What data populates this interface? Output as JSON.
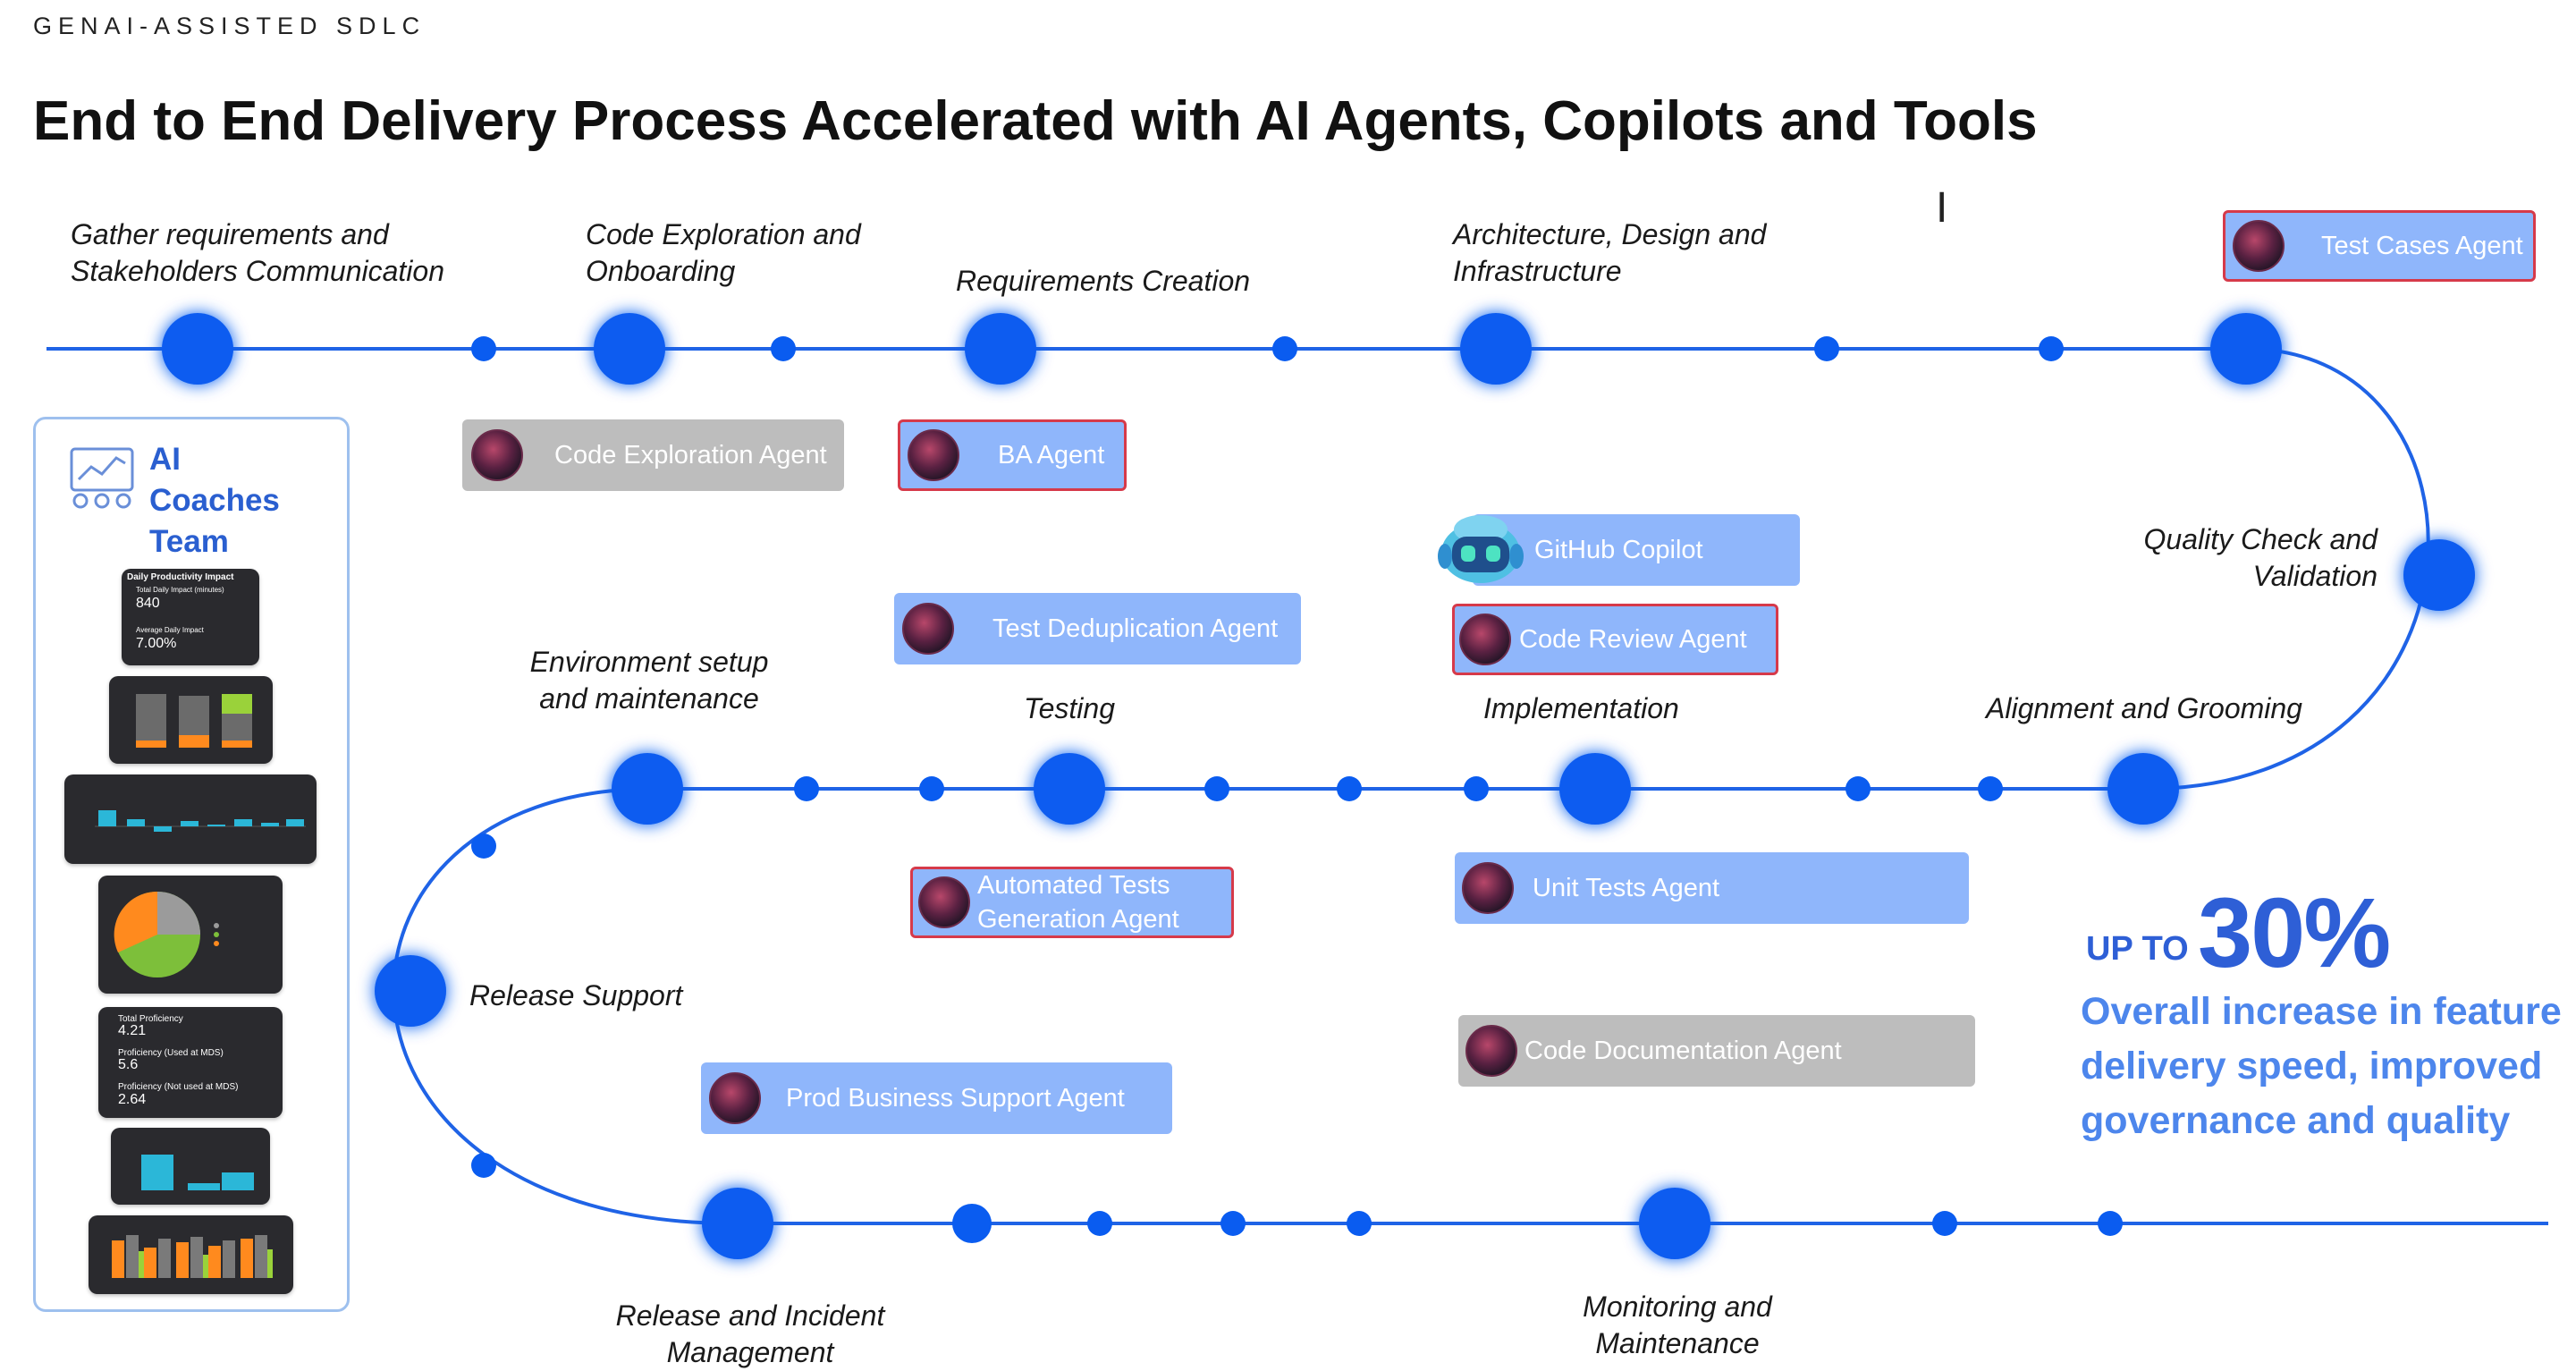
{
  "header": {
    "eyebrow": "GENAI-ASSISTED SDLC",
    "title": "End to End Delivery Process Accelerated with AI Agents, Copilots and Tools"
  },
  "stages": {
    "gather": "Gather requirements and Stakeholders Communication",
    "code_exploration": "Code Exploration and Onboarding",
    "requirements": "Requirements Creation",
    "architecture": "Architecture, Design and Infrastructure",
    "quality": "Quality Check and Validation",
    "environment": "Environment setup and maintenance",
    "testing": "Testing",
    "implementation": "Implementation",
    "alignment": "Alignment and Grooming",
    "release_support": "Release Support",
    "release_incident": "Release and Incident Management",
    "monitoring": "Monitoring and Maintenance"
  },
  "agents": {
    "test_cases": "Test Cases Agent",
    "code_exploration": "Code Exploration Agent",
    "ba": "BA Agent",
    "github_copilot": "GitHub Copilot",
    "code_review": "Code Review Agent",
    "test_dedup": "Test Deduplication Agent",
    "automated_tests": "Automated Tests Generation Agent",
    "unit_tests": "Unit Tests Agent",
    "code_documentation": "Code Documentation Agent",
    "prod_support": "Prod Business Support Agent"
  },
  "coaches": {
    "title": "AI Coaches Team",
    "thumb1": {
      "heading": "Daily Productivity Impact",
      "label1": "Total Daily Impact (minutes)",
      "value1": "840",
      "label2": "Average Daily Impact",
      "value2": "7.00%"
    },
    "thumb5": {
      "label1": "Total Proficiency",
      "value1": "4.21",
      "label2": "Proficiency (Used at MDS)",
      "value2": "5.6",
      "label3": "Proficiency (Not used at MDS)",
      "value3": "2.64"
    }
  },
  "stat": {
    "prefix": "UP TO",
    "value": "30%",
    "description": "Overall increase in feature delivery speed, improved governance and quality"
  },
  "colors": {
    "road": "#1f63e6",
    "node": "#0a5cf0",
    "agent_blue": "#8fb6fb",
    "agent_gray": "#bdbdbd",
    "highlight_border": "#d63a4a",
    "accent_text": "#2e5fd6"
  },
  "icons": {
    "coaches": "team-dashboard-icon",
    "agent_avatar": "agent-avatar-icon",
    "copilot": "copilot-icon",
    "cursor": "text-cursor-icon"
  }
}
